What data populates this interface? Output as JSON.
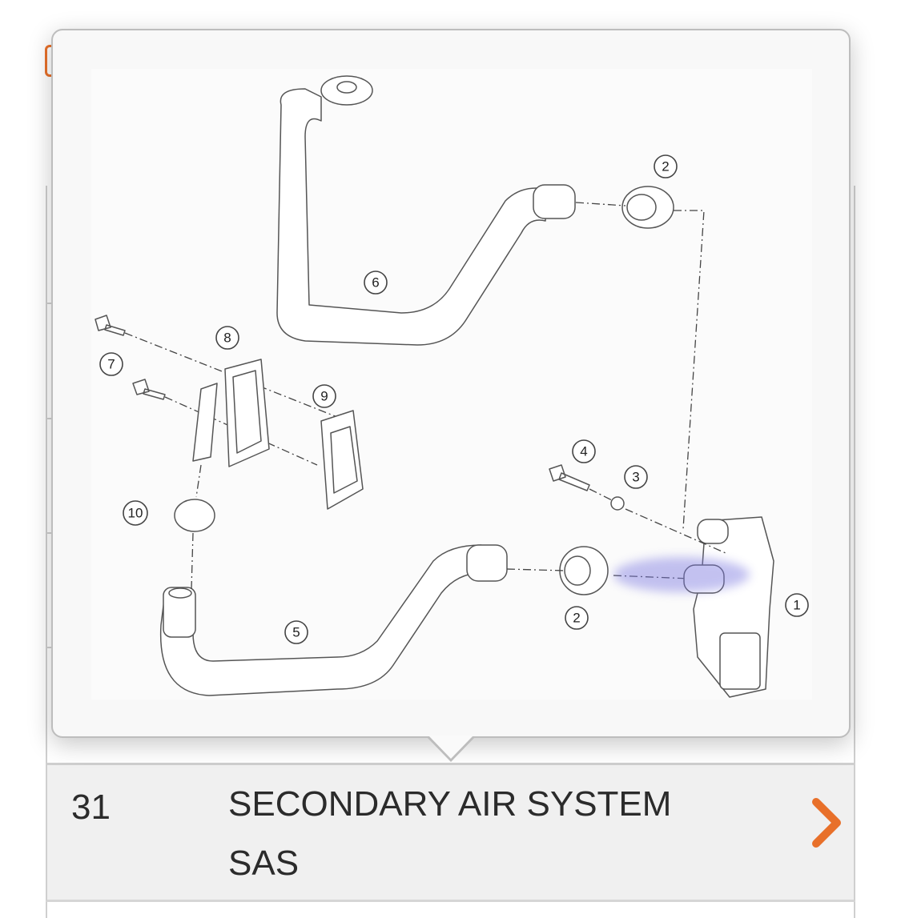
{
  "diagram": {
    "title": "Secondary air system exploded view",
    "callouts": [
      "2",
      "6",
      "8",
      "7",
      "9",
      "4",
      "3",
      "10",
      "5",
      "2",
      "1"
    ],
    "highlight_color": "#7b78e0"
  },
  "row": {
    "number": "31",
    "title_line1": "SECONDARY AIR SYSTEM",
    "title_line2": "SAS",
    "chevron_icon": "chevron-right-icon",
    "accent_color": "#e8702a"
  }
}
